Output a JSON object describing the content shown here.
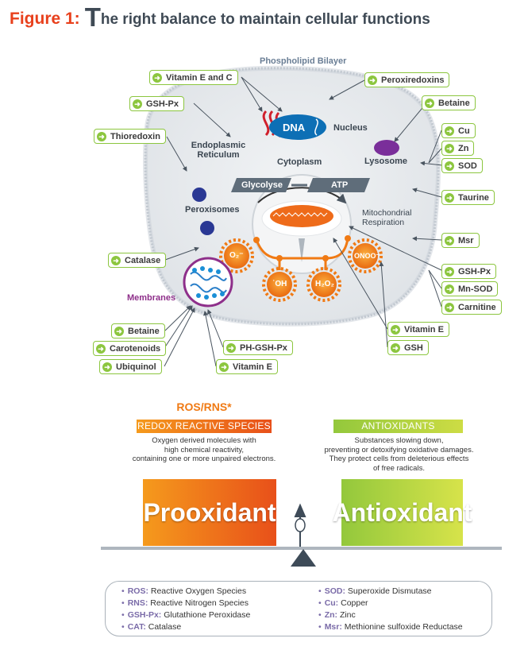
{
  "title": {
    "figure": "Figure 1:",
    "first_letter": "T",
    "rest": "he right balance to maintain cellular functions"
  },
  "cell_labels": {
    "bilayer": "Phospholipid Bilayer",
    "dna": "DNA",
    "nucleus": "Nucleus",
    "er_1": "Endoplasmic",
    "er_2": "Reticulum",
    "cytoplasm": "Cytoplasm",
    "lysosome": "Lysosome",
    "peroxisomes": "Peroxisomes",
    "glycolyse": "Glycolyse",
    "atp": "ATP",
    "mito_1": "Mitochondrial",
    "mito_2": "Respiration",
    "membranes": "Membranes",
    "o2": "O₂⁻",
    "oh": "˙OH",
    "h2o2": "H₂O₂",
    "onoo": "ONOO⁻"
  },
  "tags": {
    "vitamin_ec": "Vitamin E and C",
    "gshpx_top": "GSH-Px",
    "thioredoxin": "Thioredoxin",
    "peroxiredoxins": "Peroxiredoxins",
    "betaine_top": "Betaine",
    "cu": "Cu",
    "zn": "Zn",
    "sod": "SOD",
    "taurine": "Taurine",
    "msr": "Msr",
    "catalase": "Catalase",
    "gshpx_right": "GSH-Px",
    "mnsod": "Mn-SOD",
    "carnitine": "Carnitine",
    "vitamin_e_right": "Vitamin E",
    "gsh": "GSH",
    "betaine_bottom": "Betaine",
    "carotenoids": "Carotenoids",
    "ubiquinol": "Ubiquinol",
    "phgshpx": "PH-GSH-Px",
    "vitamin_e_bottom": "Vitamin E"
  },
  "balance": {
    "ros_title": "ROS/RNS*",
    "ros_band": "REDOX REACTIVE SPECIES",
    "ros_desc_1": "Oxygen derived molecules with",
    "ros_desc_2": "high chemical reactivity,",
    "ros_desc_3": "containing one or more unpaired electrons.",
    "anti_band": "ANTIOXIDANTS",
    "anti_desc_1": "Substances slowing down,",
    "anti_desc_2": "preventing or detoxifying oxidative damages.",
    "anti_desc_3": "They protect cells from deleterious effects",
    "anti_desc_4": "of free radicals.",
    "prooxidant": "Prooxidant",
    "antioxidant": "Antioxidant"
  },
  "legend": {
    "left": [
      {
        "abbr": "ROS:",
        "text": "Reactive Oxygen Species"
      },
      {
        "abbr": "RNS:",
        "text": "Reactive Nitrogen Species"
      },
      {
        "abbr": "GSH-Px:",
        "text": "Glutathione Peroxidase"
      },
      {
        "abbr": "CAT:",
        "text": "Catalase"
      }
    ],
    "right": [
      {
        "abbr": "SOD:",
        "text": "Superoxide Dismutase"
      },
      {
        "abbr": "Cu:",
        "text": "Copper"
      },
      {
        "abbr": "Zn:",
        "text": "Zinc"
      },
      {
        "abbr": "Msr:",
        "text": "Methionine sulfoxide Reductase"
      }
    ]
  },
  "colors": {
    "accent_green": "#8cc63f",
    "title_red": "#e8401c",
    "orange": "#f07a14",
    "purple": "#8e2f8a",
    "dna_blue": "#0d6fb5"
  }
}
